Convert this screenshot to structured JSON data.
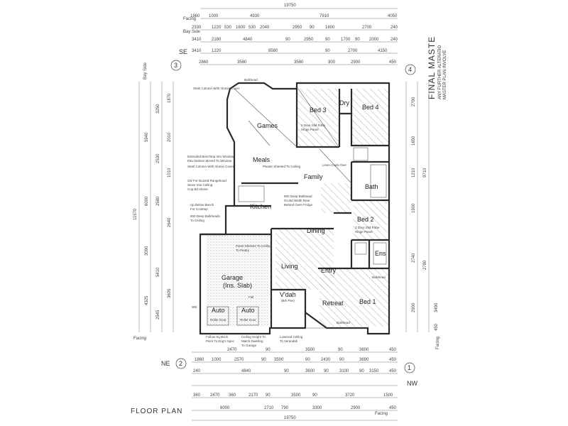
{
  "title": "FLOOR PLAN",
  "side_stamp": {
    "line1": "FINAL MASTE",
    "line2": "ANY FURTHER ALTERATIO",
    "line3": "MASTER PLAN INVOLVE"
  },
  "orientation": {
    "se": {
      "label": "SE",
      "num": "3"
    },
    "ne": {
      "label": "NE",
      "num": "2"
    },
    "nw": {
      "label": "NW",
      "num": "1"
    },
    "e": {
      "num": "4"
    }
  },
  "rooms": {
    "games": "Games",
    "meals": "Meals",
    "family": "Family",
    "kitchen": "Kitchen",
    "dining": "Dining",
    "living": "Living",
    "entry": "Entry",
    "vdah": "V'dah",
    "vdah_sub": "(Brk Pier)",
    "retreat": "Retreat",
    "bed2": "Bed 2",
    "bed3": "Bed 3",
    "bed4": "Bed 4",
    "bed1": "Bed 1",
    "bath": "Bath",
    "ens": "Ens",
    "dry": "Dry",
    "garage": "Garage",
    "garage_sub": "(Ins. Slab)",
    "auto1": "Auto",
    "auto2": "Auto"
  },
  "notes": {
    "steel_column": "Steel Column With Alumin Cover",
    "bay": "Bay Side",
    "extended_bench": "Extended Benchtop Into Window",
    "extended_bench2": "Elev Bottom Moved To Window",
    "steel_columns": "Steel Column With Alumin Cover",
    "ducted": "2W For Ducted Rangehood",
    "ducted2": "Stove Into Ceiling",
    "ducted3": "Cup Bd Above",
    "bench": "Up Below Bench",
    "bench2": "For Cooktop",
    "bulkhead_ceiling": "800 Deep Bulkheads",
    "bulkhead_ceiling2": "To Ceiling",
    "plaster": "Plaster Sheeted To Ceiling",
    "wc": "Linen Cupb Over",
    "gu": "900 Deep Bulkhead",
    "gu2": "Gu Bd Width Rear",
    "gu3": "Behind Oven Fridge",
    "showa": "2 Door Slid Robe",
    "showb": "Hinge Panel",
    "pantry": "Panel Shelves To Ceiling",
    "pantry2": "To Pantry",
    "fall": "Fall",
    "piers": "Follow Sq Brick",
    "piers2": "Piers To Eng's Spec",
    "ceiling_height": "Ceiling Height To",
    "ceiling_height2": "Match Dwelling",
    "ceiling_height3": "To Garage",
    "lowered": "Lowered Ceiling",
    "lowered2": "To Verandah",
    "roller1": "Roller Door",
    "roller2": "Roller Door",
    "bulkhead": "Bulkhead",
    "wb": "WB",
    "facing": "Facing"
  },
  "dims_top": {
    "overall": "19750",
    "row1": [
      "1860",
      "1000",
      "4930",
      "7910",
      "4050"
    ],
    "row2": [
      "2330",
      "1220",
      "530",
      "1600",
      "530",
      "2040",
      "2950",
      "90",
      "1600",
      "2700",
      "240"
    ],
    "row3": [
      "3410",
      "2180",
      "4840",
      "90",
      "2950",
      "90",
      "1700",
      "90",
      "2000",
      "240"
    ],
    "row4": [
      "3410",
      "1220",
      "8580",
      "90",
      "2700",
      "4150"
    ],
    "row5": [
      "2860",
      "3580",
      "3580",
      "900",
      "2900",
      "450"
    ]
  },
  "dims_bottom": {
    "overall": "19750",
    "row1": [
      "2470",
      "",
      "90",
      "3500",
      "90",
      "3600",
      "450"
    ],
    "row2": [
      "1860",
      "1000",
      "2570",
      "90",
      "3500",
      "90",
      "2430",
      "90",
      "3690",
      "450"
    ],
    "row3": [
      "240",
      "",
      "4840",
      "90",
      "3600",
      "90",
      "3100",
      "90",
      "3150",
      "450"
    ],
    "row4": [
      "360",
      "2470",
      "360",
      "2170",
      "90",
      "3500",
      "90",
      "3720",
      "1500"
    ],
    "row5": [
      "6000",
      "2710",
      "790",
      "3300",
      "2900",
      "450"
    ]
  },
  "dims_left": {
    "overall": "11570",
    "col1": [
      "5940",
      "6000",
      "3090",
      "4325"
    ],
    "col2": [
      "3250",
      "2530",
      "2580",
      "5410",
      "2545"
    ],
    "col3": [
      "1870",
      "2010",
      "1010",
      "2640",
      "3605"
    ]
  },
  "dims_right": {
    "overall": "9710",
    "col1": [
      "2790",
      "1650",
      "1210",
      "1900",
      "2740",
      "2900"
    ],
    "col2": [
      "3490",
      "2780",
      "450"
    ]
  }
}
